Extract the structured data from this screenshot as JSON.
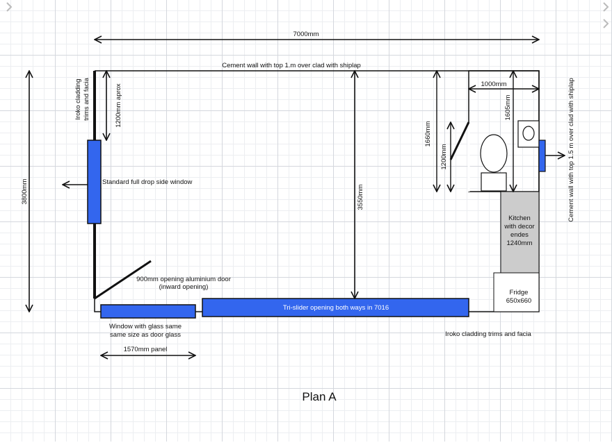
{
  "title": "Plan A",
  "colors": {
    "window_fill": "#3366ee",
    "kitchen_fill": "#cccccc",
    "wall": "#111111",
    "grid": "#d4d7dd"
  },
  "dimensions": {
    "overall_width": "7000mm",
    "overall_height": "3800mm",
    "interior_height": "3550mm",
    "window_height": "1200mm aprox",
    "wc_width": "1000mm",
    "wc_depth": "1605mm",
    "wc_door_clear": "1660mm",
    "wc_door": "1200mm",
    "panel": "1570mm panel"
  },
  "labels": {
    "top_wall": "Cement wall with top 1.m over clad with shiplap",
    "right_wall": "Cement wall with top 1.5 m over clad with shiplap",
    "cladding_left_1": "Iroko cladding",
    "cladding_left_2": "trims and facia",
    "cladding_bottom": "Iroko cladding trims and facia",
    "side_window": "Standard full drop side window",
    "door_1": "900mm opening aluminium door",
    "door_2": "(inward opening)",
    "trislider": "Tri-slider opening both ways in 7016",
    "bottom_window_1": "Window with glass same",
    "bottom_window_2": "same size as door glass",
    "kitchen": [
      "Kitchen",
      "with decor",
      "endes",
      "1240mm"
    ],
    "fridge": [
      "Fridge",
      "650x660"
    ]
  }
}
